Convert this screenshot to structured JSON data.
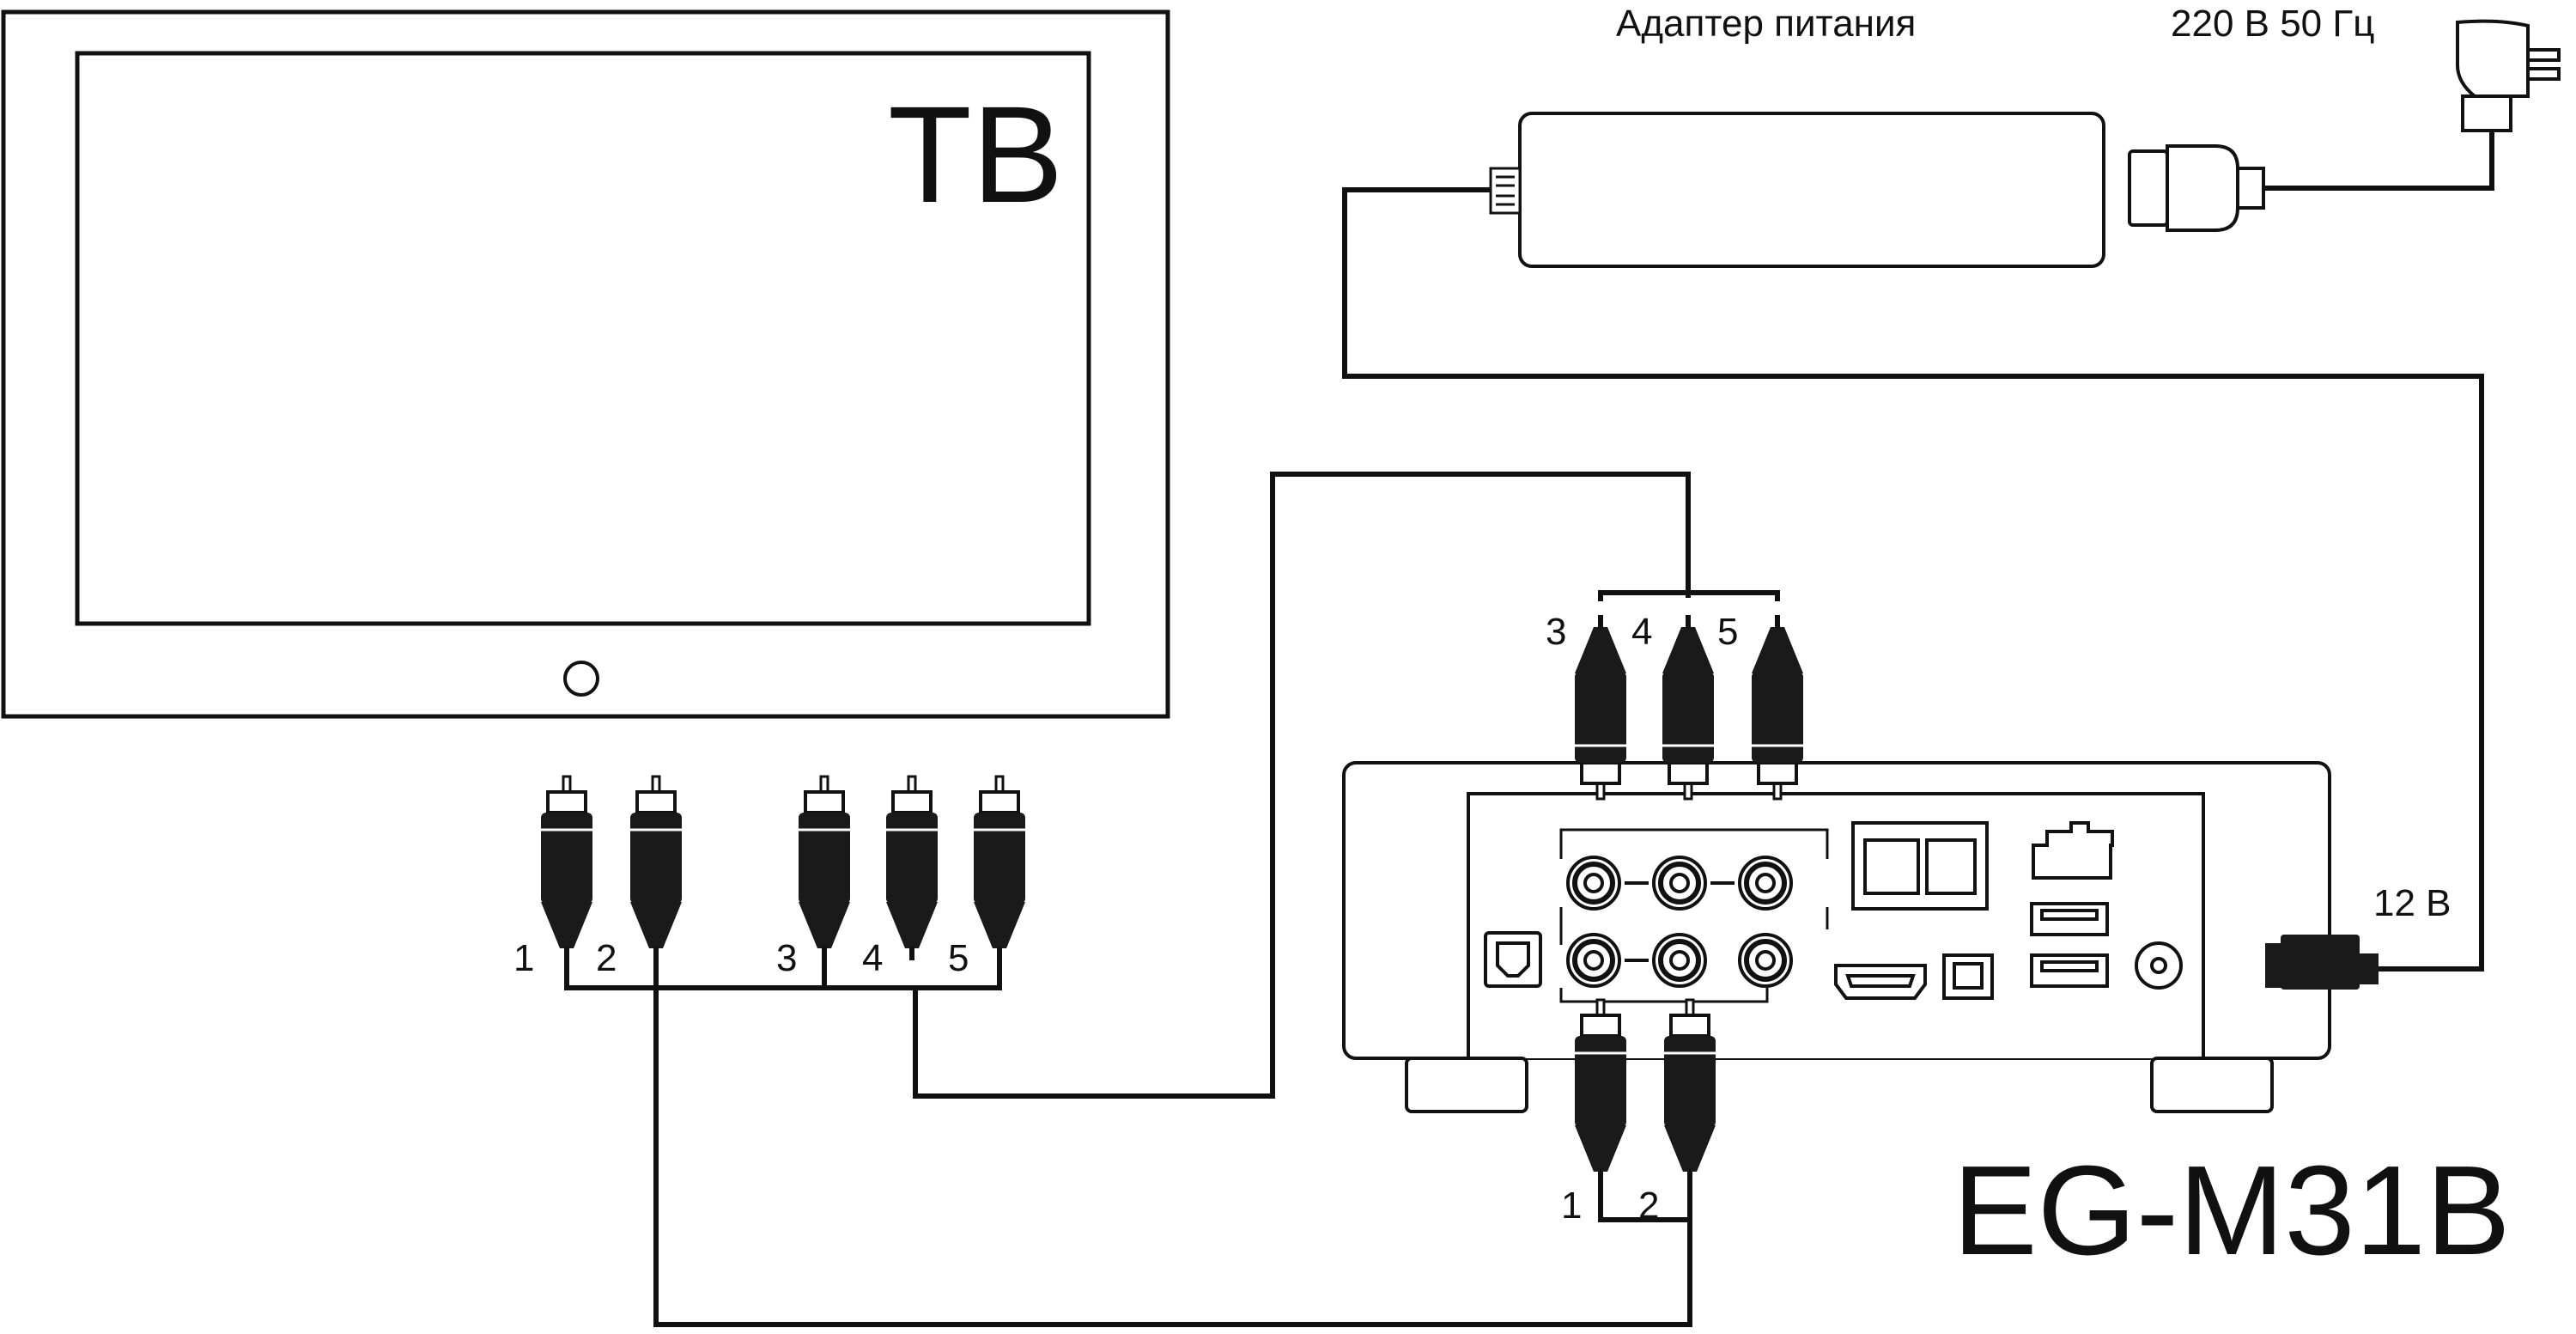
{
  "tv": {
    "title": "ТВ"
  },
  "device": {
    "model": "EG-M31B"
  },
  "power": {
    "adapter_label": "Адаптер питания",
    "mains_label": "220 В 50 Гц",
    "dc_label": "12 В"
  },
  "cable_numbers": {
    "tv_audio": [
      "1",
      "2"
    ],
    "tv_video": [
      "3",
      "4",
      "5"
    ],
    "dev_video": [
      "3",
      "4",
      "5"
    ],
    "dev_audio": [
      "1",
      "2"
    ]
  },
  "colors": {
    "line": "#111111",
    "plug_body": "#1a1a1a",
    "plug_tip": "#ffffff",
    "background": "#ffffff"
  }
}
